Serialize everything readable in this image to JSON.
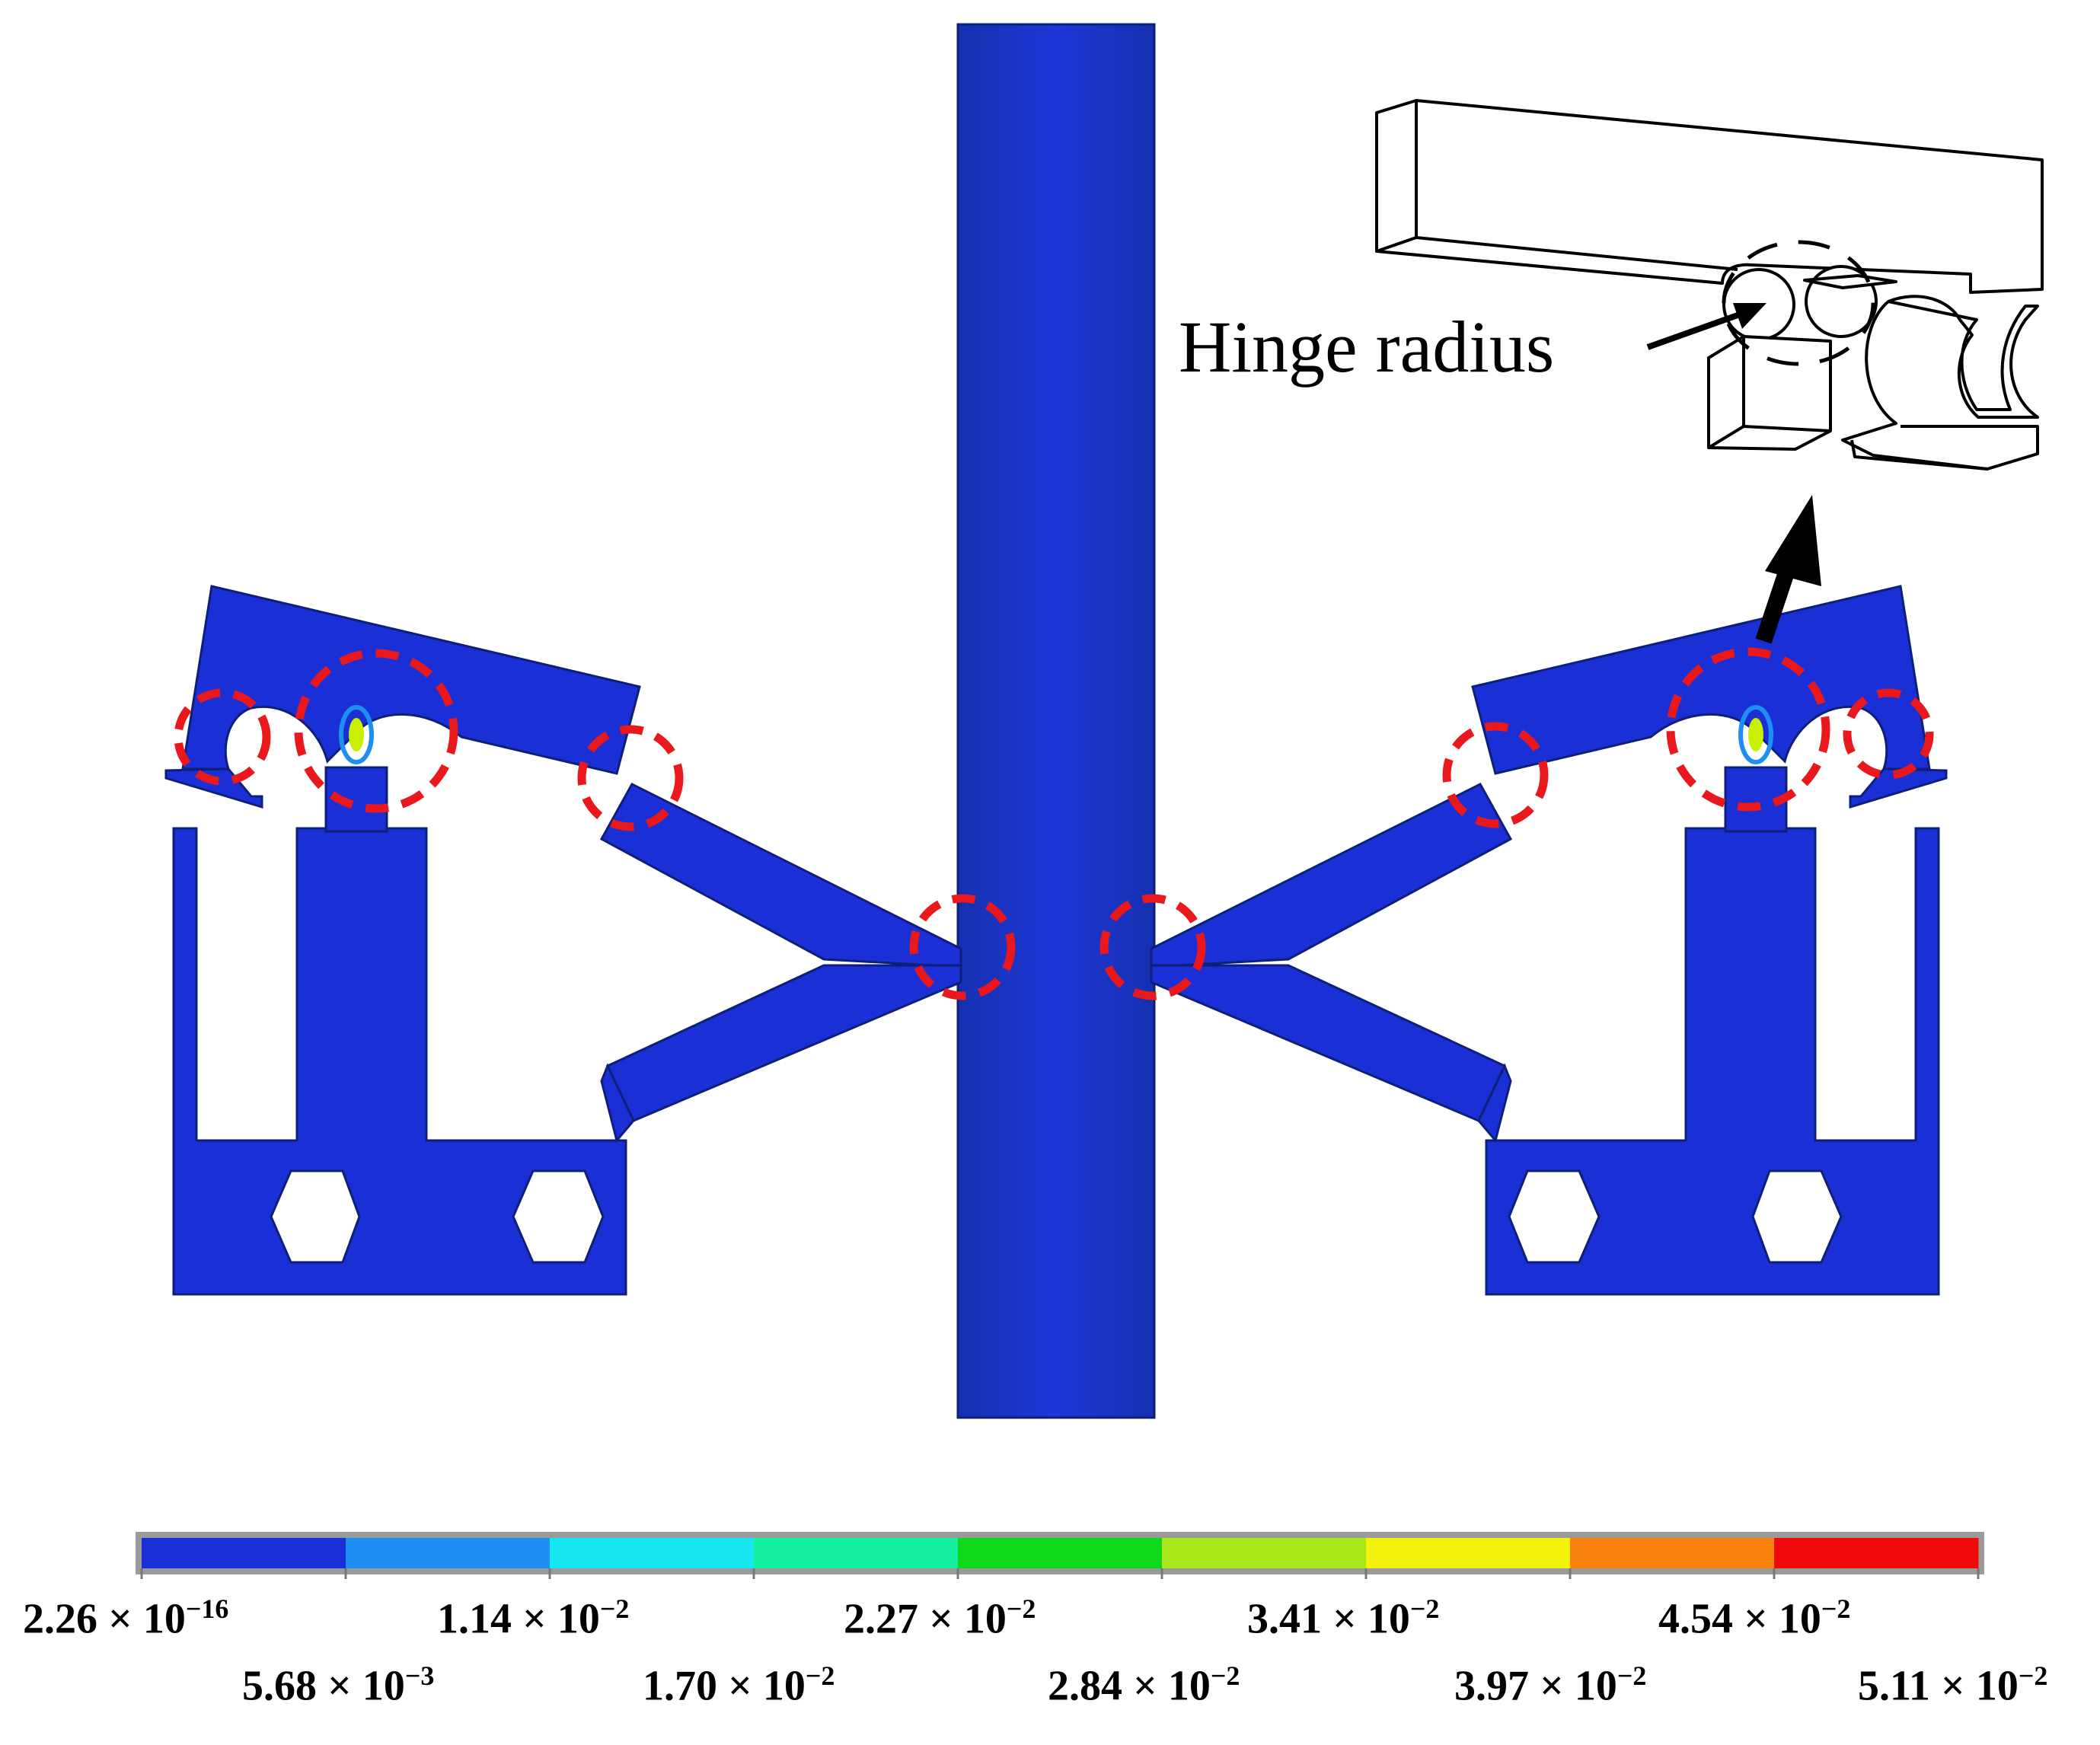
{
  "callout": {
    "label": "Hinge radius"
  },
  "colorbar": {
    "colors": [
      "#1a2fd6",
      "#1e8ff0",
      "#16e6f0",
      "#14f0a0",
      "#10d81a",
      "#a8e81a",
      "#f2f20c",
      "#f7820e",
      "#f00a0a"
    ],
    "ticks": [
      {
        "mantissa": "2.26",
        "exponent": "−16"
      },
      {
        "mantissa": "5.68",
        "exponent": "−3"
      },
      {
        "mantissa": "1.14",
        "exponent": "−2"
      },
      {
        "mantissa": "1.70",
        "exponent": "−2"
      },
      {
        "mantissa": "2.27",
        "exponent": "−2"
      },
      {
        "mantissa": "2.84",
        "exponent": "−2"
      },
      {
        "mantissa": "3.41",
        "exponent": "−2"
      },
      {
        "mantissa": "3.97",
        "exponent": "−2"
      },
      {
        "mantissa": "4.54",
        "exponent": "−2"
      },
      {
        "mantissa": "5.11",
        "exponent": "−2"
      }
    ]
  },
  "colors": {
    "body": "#1a2fd6",
    "shaft": "#1b2ec9",
    "highlight": "#e8181c",
    "stress_hot": "#c8f000"
  }
}
